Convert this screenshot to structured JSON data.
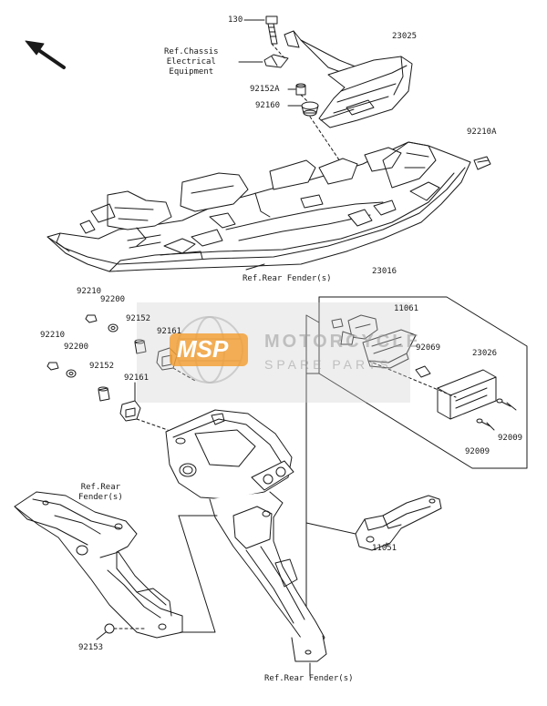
{
  "labels": {
    "p130": "130",
    "p23025": "23025",
    "ref_chassis": "Ref.Chassis\nElectrical\nEquipment",
    "p92152A": "92152A",
    "p92160": "92160",
    "p92210A": "92210A",
    "ref_rear_fender_top": "Ref.Rear Fender(s)",
    "p23016": "23016",
    "p92210_a": "92210",
    "p92200_a": "92200",
    "p92210_b": "92210",
    "p92200_b": "92200",
    "p92152_a": "92152",
    "p92161_a": "92161",
    "p92152_b": "92152",
    "p92161_b": "92161",
    "p11061": "11061",
    "p92069": "92069",
    "p23026": "23026",
    "p92009_a": "92009",
    "p92009_b": "92009",
    "ref_rear_fender_left": "Ref.Rear\nFender(s)",
    "p11051": "11051",
    "p92153": "92153",
    "ref_rear_fender_bottom": "Ref.Rear Fender(s)"
  },
  "watermark": {
    "logo": "MSP",
    "line1": "MOTORCYCLE",
    "line2": "SPARE PARTS"
  },
  "colors": {
    "line": "#1a1a1a",
    "watermark_gray": "#cfcfcf",
    "watermark_orange": "#f39c2e"
  }
}
